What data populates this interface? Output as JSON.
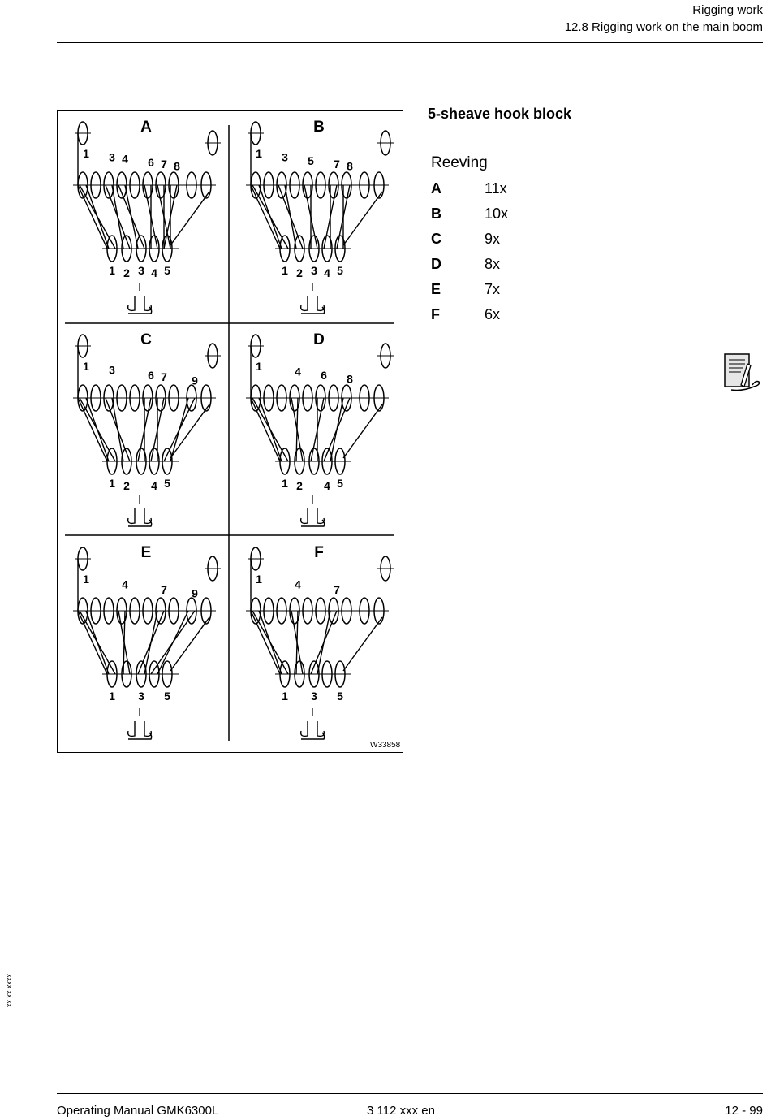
{
  "header": {
    "chapter": "Rigging work",
    "section": "12.8 Rigging work on the main boom"
  },
  "content": {
    "title": "5-sheave hook block",
    "reeving_label": "Reeving",
    "reeving": [
      {
        "key": "A",
        "value": "11x"
      },
      {
        "key": "B",
        "value": "10x"
      },
      {
        "key": "C",
        "value": "9x"
      },
      {
        "key": "D",
        "value": "8x"
      },
      {
        "key": "E",
        "value": "7x"
      },
      {
        "key": "F",
        "value": "6x"
      }
    ]
  },
  "figure": {
    "id": "W33858",
    "panels": [
      {
        "label": "A",
        "top_numbers": [
          "1",
          "3",
          "4",
          "6",
          "7",
          "8"
        ],
        "bottom_numbers": [
          "1",
          "2",
          "3",
          "4",
          "5"
        ]
      },
      {
        "label": "B",
        "top_numbers": [
          "1",
          "3",
          "5",
          "7",
          "8"
        ],
        "bottom_numbers": [
          "1",
          "2",
          "3",
          "4",
          "5"
        ]
      },
      {
        "label": "C",
        "top_numbers": [
          "1",
          "3",
          "6",
          "7",
          "9"
        ],
        "bottom_numbers": [
          "1",
          "2",
          "4",
          "5"
        ]
      },
      {
        "label": "D",
        "top_numbers": [
          "1",
          "4",
          "6",
          "8"
        ],
        "bottom_numbers": [
          "1",
          "2",
          "4",
          "5"
        ]
      },
      {
        "label": "E",
        "top_numbers": [
          "1",
          "4",
          "7",
          "9"
        ],
        "bottom_numbers": [
          "1",
          "3",
          "5"
        ]
      },
      {
        "label": "F",
        "top_numbers": [
          "1",
          "4",
          "7"
        ],
        "bottom_numbers": [
          "1",
          "3",
          "5"
        ]
      }
    ]
  },
  "side_code": "xx.xx.xxxx",
  "footer": {
    "left": "Operating Manual GMK6300L",
    "center": "3 112 xxx en",
    "right": "12 - 99"
  },
  "icons": {
    "note": "note-book-icon"
  }
}
